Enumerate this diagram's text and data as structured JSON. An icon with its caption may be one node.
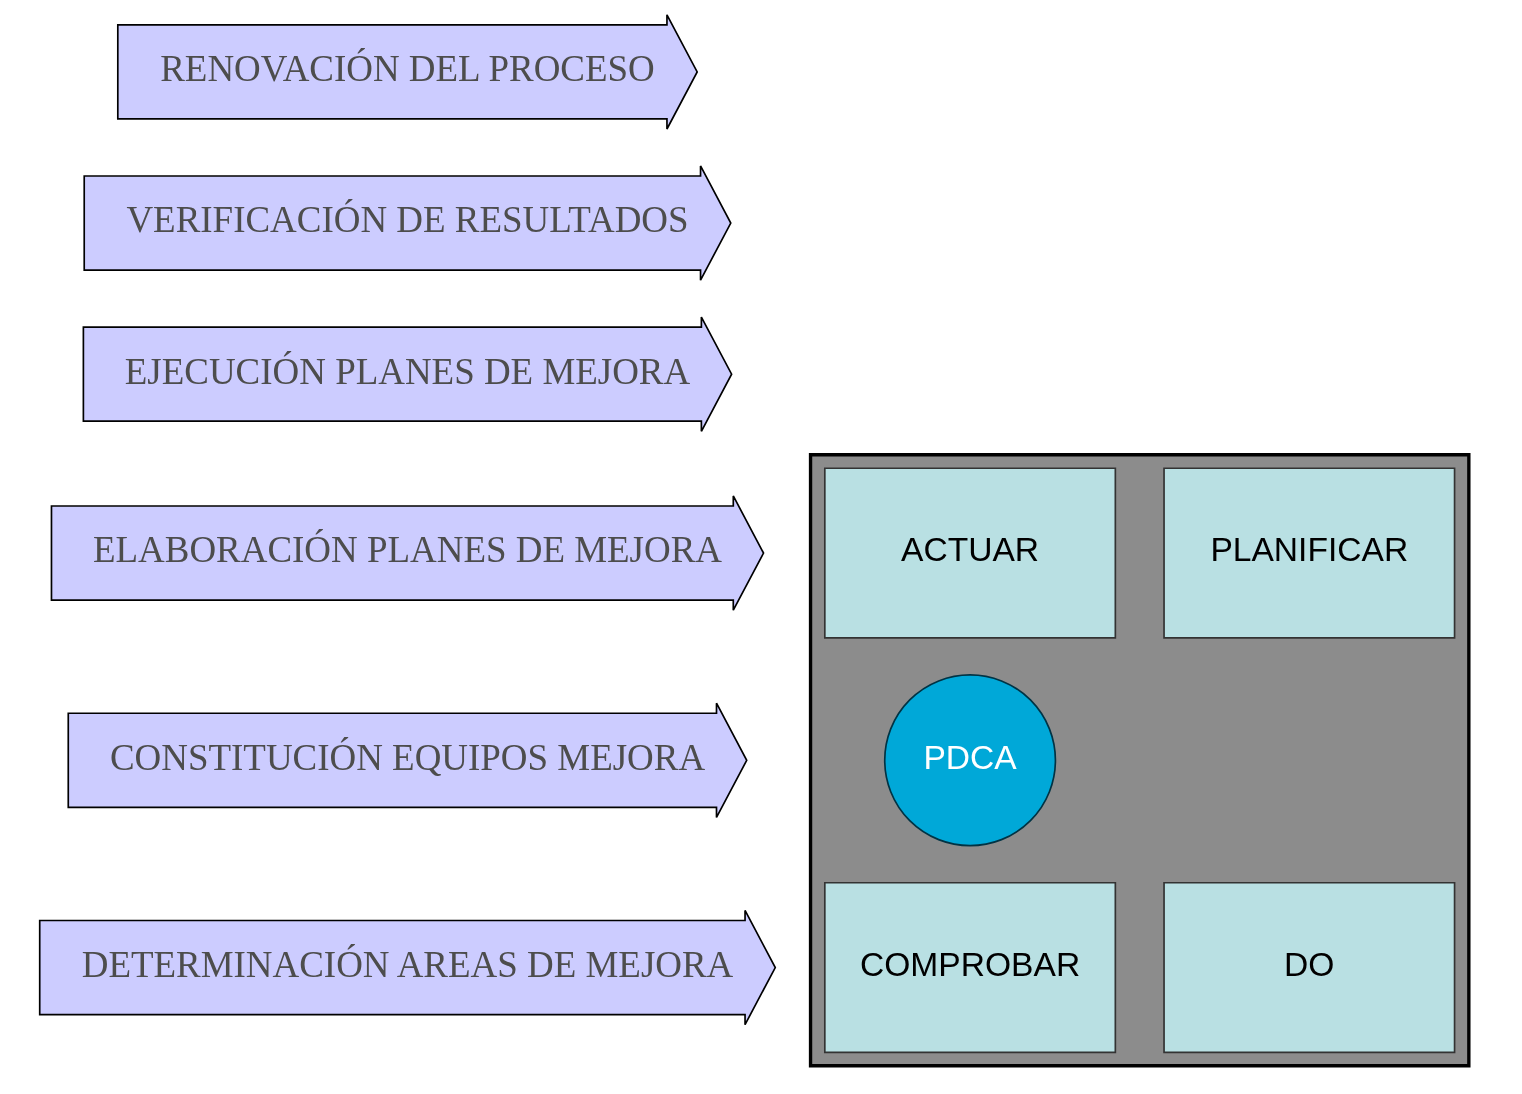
{
  "diagram": {
    "nodes": [
      {
        "text": [
          "DETERMINACIÓN AREAS DE MEJORA"
        ]
      },
      {
        "text": [
          "CONSTITUCIÓN EQUIPOS MEJORA"
        ]
      },
      {
        "text": [
          "ELABORACIÓN PLANES DE MEJORA"
        ]
      },
      {
        "text": [
          "EJECUCIÓN PLANES DE MEJORA"
        ]
      },
      {
        "text": [
          "VERIFICACIÓN DE RESULTADOS"
        ]
      },
      {
        "text": [
          "RENOVACIÓN DEL PROCESO"
        ]
      },
      {
        "text": [],
        "shape": "box"
      },
      {
        "text": [
          "ACTUAR"
        ],
        "in": 6
      },
      {
        "text": [
          "PLANIFICAR"
        ],
        "in": 6
      },
      {
        "text": [
          "PDCA"
        ],
        "in": 6
      },
      {
        "text": [
          "COMPROBAR"
        ],
        "in": 6
      },
      {
        "text": [
          "DO"
        ],
        "in": 6
      }
    ],
    "edges": []
  }
}
